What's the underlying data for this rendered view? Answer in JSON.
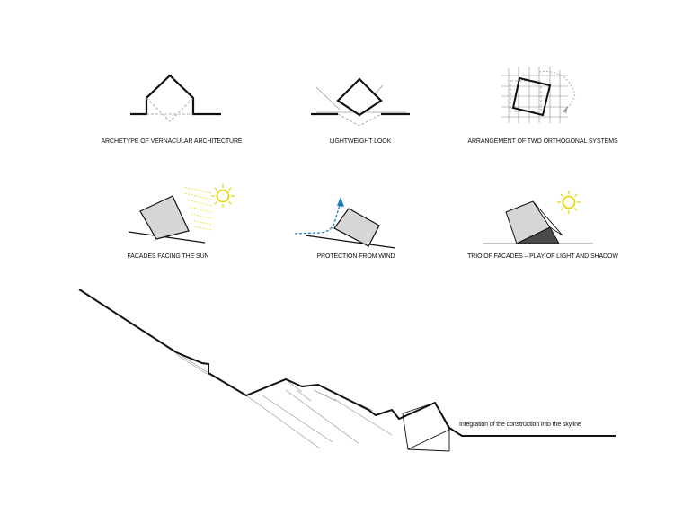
{
  "captions": {
    "archetype": "ARCHETYPE OF VERNACULAR ARCHITECTURE",
    "lightweight": "LIGHTWEIGHT LOOK",
    "orthogonal": "ARRANGEMENT OF TWO ORTHOGONAL SYSTEMS",
    "sun": "FACADES FACING THE SUN",
    "wind": "PROTECTION FROM WIND",
    "trio": "TRIO OF FACADES – PLAY OF LIGHT AND SHADOW",
    "skyline": "Integration of the construction into the skyline"
  },
  "colors": {
    "ink": "#111111",
    "dashed": "#9a9a9a",
    "face_light": "#d6d6d6",
    "face_dark": "#4a4a4a",
    "sun": "#f2ec2a",
    "wind": "#1e7fc0"
  },
  "icons": [
    "sun-icon",
    "wind-arrow-icon"
  ]
}
